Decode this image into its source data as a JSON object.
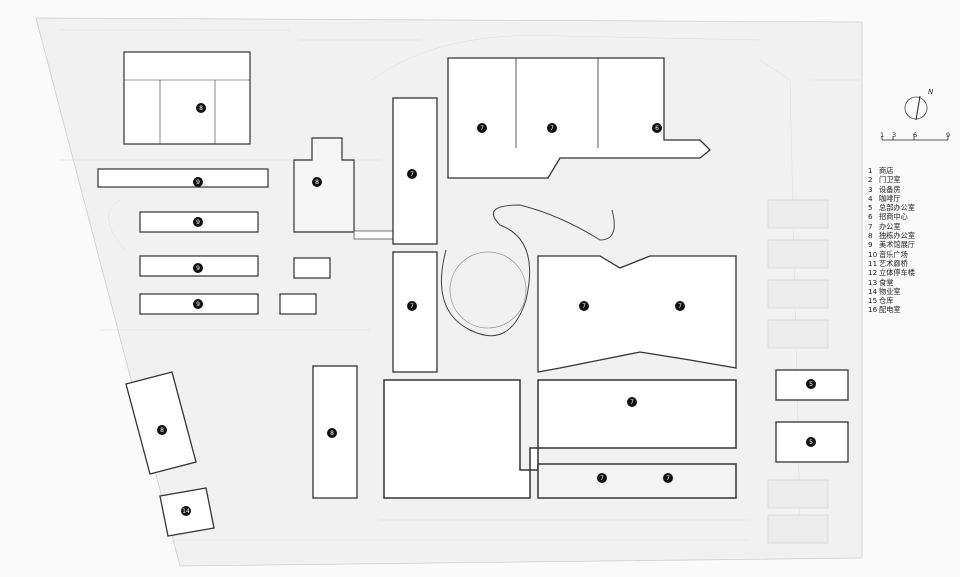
{
  "legend": [
    {
      "num": "1",
      "label": "商店"
    },
    {
      "num": "2",
      "label": "门卫室"
    },
    {
      "num": "3",
      "label": "设备房"
    },
    {
      "num": "4",
      "label": "咖啡厅"
    },
    {
      "num": "5",
      "label": "总部办公室"
    },
    {
      "num": "6",
      "label": "招商中心"
    },
    {
      "num": "7",
      "label": "办公室"
    },
    {
      "num": "8",
      "label": "独栋办公室"
    },
    {
      "num": "9",
      "label": "美术馆展厅"
    },
    {
      "num": "10",
      "label": "音乐广场"
    },
    {
      "num": "11",
      "label": "艺术廊桥"
    },
    {
      "num": "12",
      "label": "立体停车楼"
    },
    {
      "num": "13",
      "label": "食堂"
    },
    {
      "num": "14",
      "label": "物业室"
    },
    {
      "num": "15",
      "label": "仓库"
    },
    {
      "num": "16",
      "label": "配电室"
    }
  ],
  "scale_bar": {
    "ticks": [
      "1",
      "3",
      "6",
      "9"
    ]
  },
  "north_label": "N",
  "room_tags": [
    "8",
    "9",
    "9",
    "9",
    "9",
    "8",
    "8",
    "8",
    "14",
    "7",
    "7",
    "7",
    "6",
    "7",
    "7",
    "7",
    "7",
    "7",
    "7",
    "5",
    "5"
  ]
}
